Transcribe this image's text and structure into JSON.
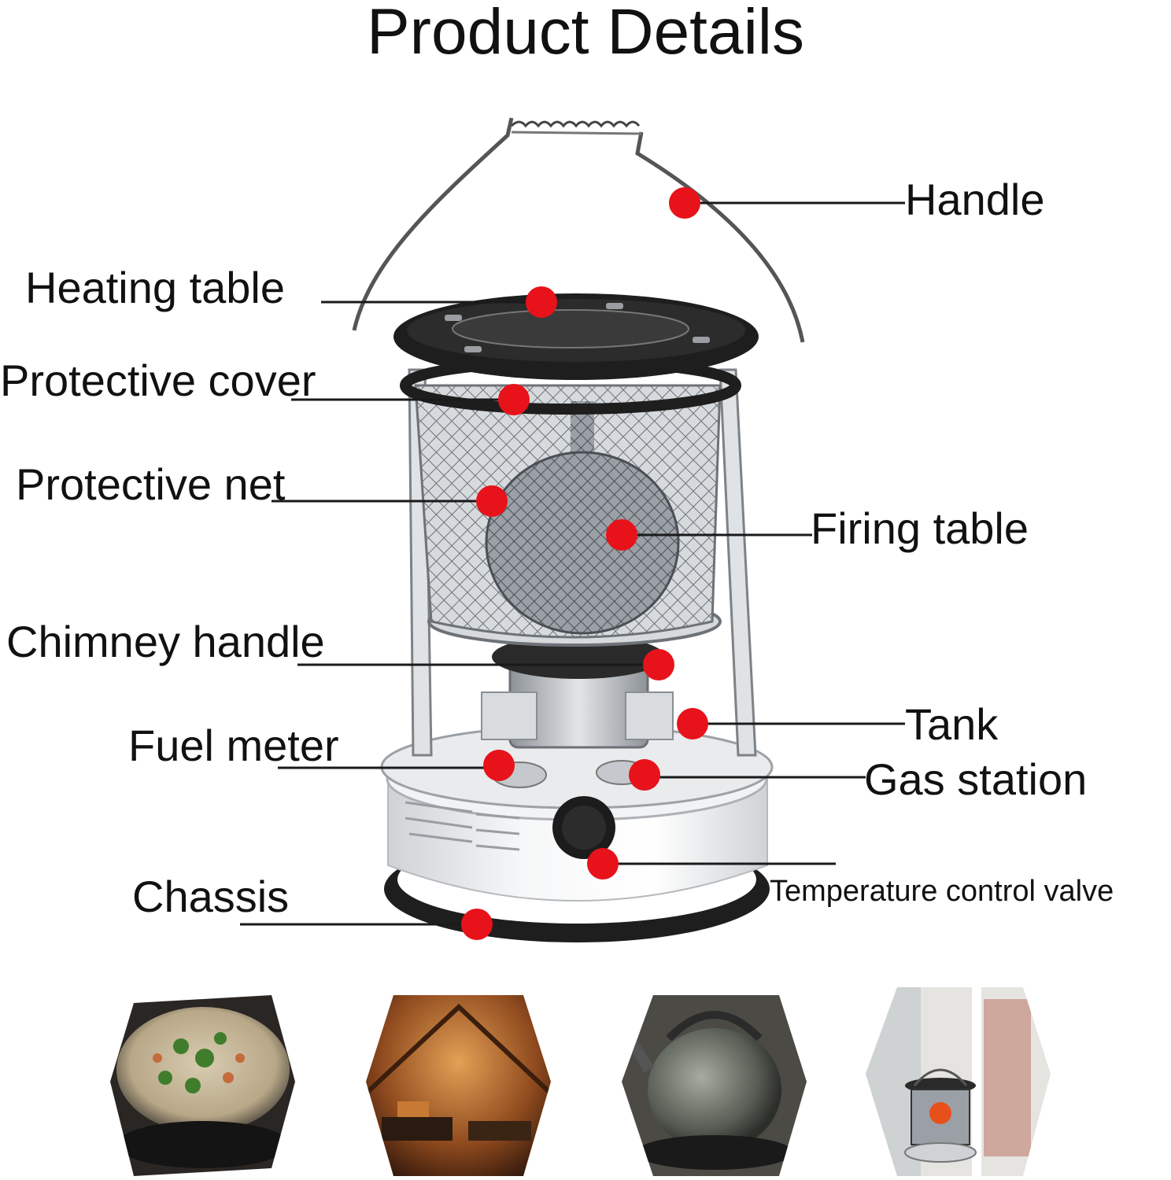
{
  "page": {
    "title": "Product Details"
  },
  "labels": {
    "handle": "Handle",
    "heating_table": "Heating table",
    "protective_cover": "Protective cover",
    "protective_net": "Protective net",
    "firing_table": "Firing table",
    "chimney_handle": "Chimney handle",
    "tank": "Tank",
    "fuel_meter": "Fuel meter",
    "gas_station": "Gas station",
    "temperature_control_valve": "Temperature control valve",
    "chassis": "Chassis"
  },
  "colors": {
    "marker": "#e8121b",
    "leader": "#1a1a1a",
    "metal": "#c9cdd1",
    "dark": "#1e1e1e",
    "tank_white": "#eceeef"
  },
  "photos": [
    {
      "name": "soup-pot-photo"
    },
    {
      "name": "camp-tent-photo"
    },
    {
      "name": "kettle-photo"
    },
    {
      "name": "indoor-heater-photo"
    }
  ]
}
